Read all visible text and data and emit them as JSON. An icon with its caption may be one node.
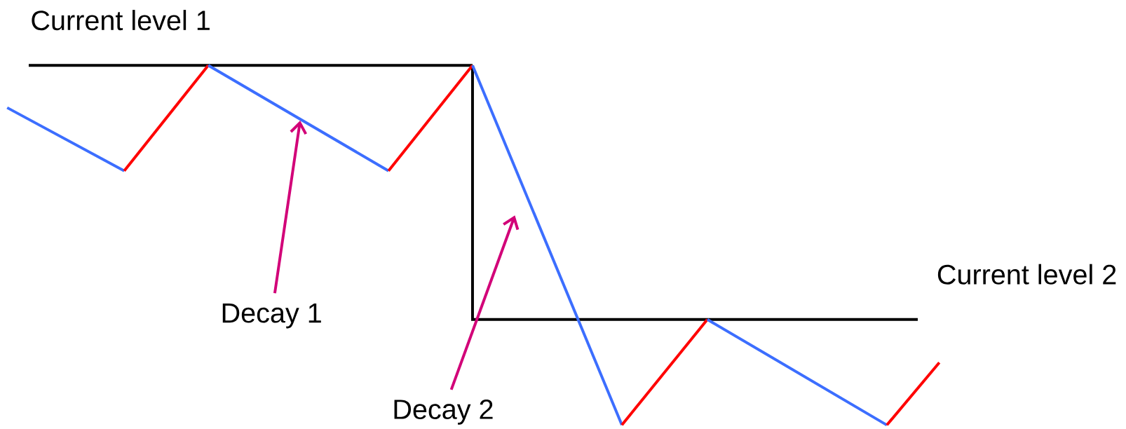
{
  "diagram": {
    "nodes": [
      {
        "text": [
          "Decay 1"
        ]
      },
      {
        "text": [
          "Decay 2"
        ]
      }
    ],
    "edges": [
      {
        "from": 0,
        "to": null,
        "arrow": "to"
      },
      {
        "from": 1,
        "to": null,
        "arrow": "to"
      }
    ],
    "labels": [
      "Current level 1",
      "Current level 2"
    ]
  }
}
